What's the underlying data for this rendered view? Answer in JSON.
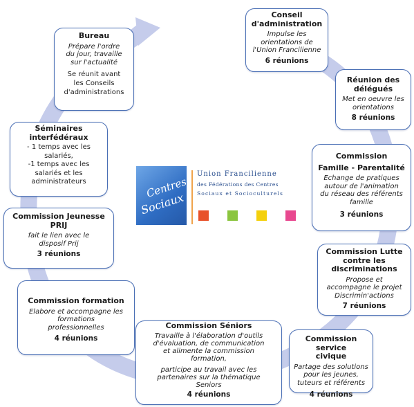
{
  "colors": {
    "ring": "#c5cceb",
    "box_border": "#4a6fb5",
    "org_text": "#2a4f8f",
    "swatches": [
      "#e8522a",
      "#8bc53f",
      "#f4d00c",
      "#e8488f"
    ]
  },
  "center": {
    "logo_line1": "Centres",
    "logo_line2": "Sociaux",
    "org_line1": "Union Francilienne",
    "org_line2": "des Fédérations des Centres",
    "org_line3": "Sociaux  et  Socioculturels"
  },
  "boxes": {
    "conseil": {
      "title_1": "Conseil",
      "title_2": "d'administration",
      "desc_1": "Impulse les",
      "desc_2": "orientations de",
      "desc_3": "l'Union Francilienne",
      "meetings": "6 réunions"
    },
    "delegues": {
      "title_1": "Réunion des",
      "title_2": "délégués",
      "desc_1": "Met en oeuvre les",
      "desc_2": "orientations",
      "meetings": "8 réunions"
    },
    "famille": {
      "title_1": "Commission",
      "title_2": "Famille - Parentalité",
      "desc_1": "Echange de pratiques",
      "desc_2": "autour de l'animation",
      "desc_3": "du réseau des référents",
      "desc_4": "famille",
      "meetings": "3 réunions"
    },
    "discrim": {
      "title_1": "Commission Lutte",
      "title_2": "contre les",
      "title_3": "discriminations",
      "desc_1": "Propose et",
      "desc_2": "accompagne le projet",
      "desc_3": "Discrimin'actions",
      "meetings": "7 réunions"
    },
    "civique": {
      "title_1": "Commission service",
      "title_2": "civique",
      "desc_1": "Partage des solutions",
      "desc_2": "pour les jeunes,",
      "desc_3": "tuteurs et référents",
      "meetings": "4 réunions"
    },
    "seniors": {
      "title_1": "Commission Séniors",
      "desc_1": "Travaille à l'élaboration d'outils",
      "desc_2": "d'évaluation, de communication",
      "desc_3": "et alimente la commission",
      "desc_4": "formation,",
      "desc_5": "participe au travail avec les",
      "desc_6": "partenaires sur la thématique",
      "desc_7": "Seniors",
      "meetings": "4 réunions"
    },
    "formation": {
      "title_1": "Commission formation",
      "desc_1": "Elabore et accompagne les",
      "desc_2": "formations",
      "desc_3": "professionnelles",
      "meetings": "4 réunions"
    },
    "jeunesse": {
      "title_1": "Commission Jeunesse",
      "title_2": "PRIJ",
      "desc_1": "fait le lien avec le",
      "desc_2": "disposif Prij",
      "meetings": "3 réunions"
    },
    "seminaires": {
      "title_1": "Séminaires",
      "title_2": "interfédéraux",
      "desc_1": "- 1 temps avec les",
      "desc_2": "salariés,",
      "desc_3": "-1 temps avec les",
      "desc_4": "salariés et les",
      "desc_5": "administrateurs"
    },
    "bureau": {
      "title_1": "Bureau",
      "desc_1": "Prépare l'ordre",
      "desc_2": "du jour, travaille",
      "desc_3": "sur l'actualité",
      "extra_1": "Se réunit avant",
      "extra_2": "les Conseils",
      "extra_3": "d'administrations"
    }
  }
}
